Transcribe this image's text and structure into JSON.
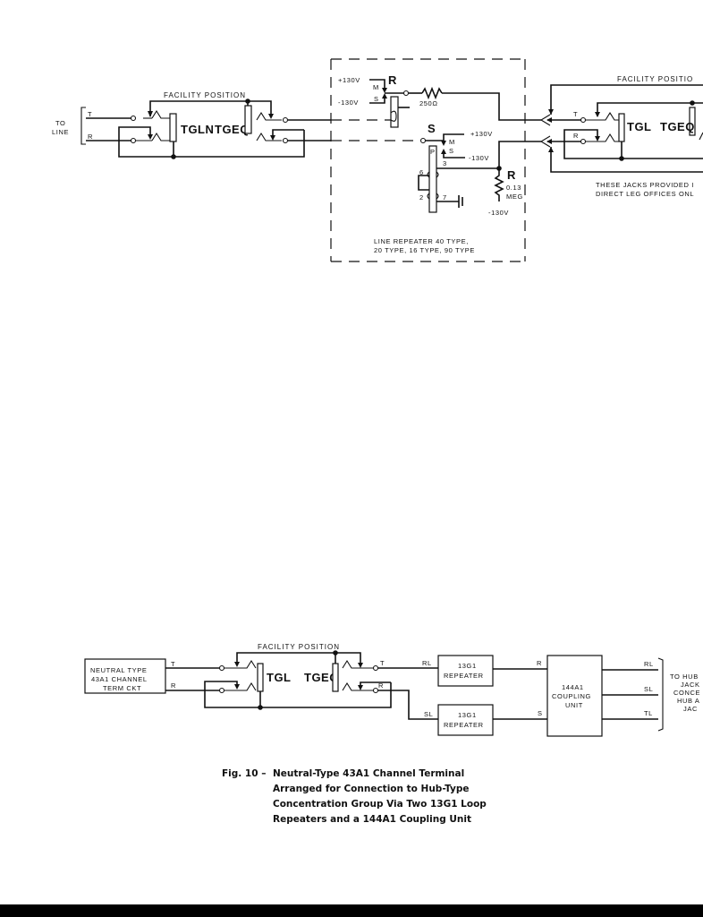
{
  "top_diagram": {
    "to_line": [
      "TO",
      "LINE"
    ],
    "left_facility_label": "FACILITY POSITION",
    "left_t": "T",
    "left_r": "R",
    "left_jack_labels": [
      "TGLN",
      "TGEQ"
    ],
    "repeater": {
      "r_relay": "R",
      "r_plus": "+130V",
      "r_minus": "-130V",
      "r_m": "M",
      "r_s": "S",
      "resistor_250": "250Ω",
      "s_relay": "S",
      "s_plus": "+130V",
      "s_minus": "-130V",
      "s_m": "M",
      "s_s": "S",
      "p": "P",
      "pin3": "3",
      "pin6": "6",
      "pin2": "2",
      "pin7": "7",
      "res_r": "R",
      "res_val1": "0.13",
      "res_val2": "MEG",
      "res_bottom": "-130V",
      "title_line1": "LINE REPEATER 40 TYPE,",
      "title_line2": "20 TYPE, 16 TYPE, 90 TYPE"
    },
    "right_facility_label": "FACILITY POSITIO",
    "right_t": "T",
    "right_r": "R",
    "right_jack_labels": [
      "TGL",
      "TGEQ"
    ],
    "note_line1": "THESE JACKS PROVIDED I",
    "note_line2": "DIRECT LEG OFFICES ONL"
  },
  "bottom_diagram": {
    "terminal_box": [
      "NEUTRAL TYPE",
      "43A1 CHANNEL",
      "TERM CKT"
    ],
    "t": "T",
    "r": "R",
    "facility_label": "FACILITY POSITION",
    "jack_labels": [
      "TGL",
      "TGEQ"
    ],
    "out_t": "T",
    "out_r": "R",
    "rl_in": "RL",
    "sl_in": "SL",
    "repeater1": [
      "13G1",
      "REPEATER"
    ],
    "repeater2": [
      "13G1",
      "REPEATER"
    ],
    "coupling_r": "R",
    "coupling_s": "S",
    "coupling_unit": [
      "144A1",
      "COUPLING",
      "UNIT"
    ],
    "out_rl": "RL",
    "out_sl": "SL",
    "out_tl": "TL",
    "destination": [
      "TO HUB",
      "JACK",
      "CONCE",
      "HUB A",
      "JAC"
    ]
  },
  "caption": {
    "number": "Fig. 10 –",
    "text": "Neutral-Type 43A1 Channel Terminal Arranged for Connection to Hub-Type Concentration Group Via Two 13G1 Loop Repeaters and a 144A1 Coupling Unit"
  }
}
